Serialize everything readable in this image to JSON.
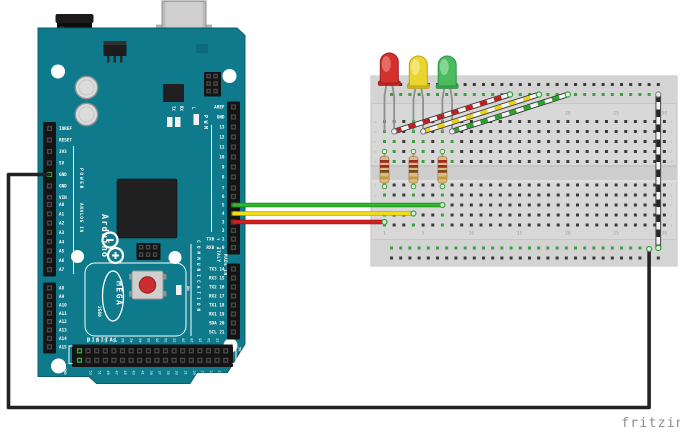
{
  "watermark": "fritzing",
  "colors": {
    "board_teal": "#0e7a8b",
    "board_teal_dark": "#0a5f6e",
    "wire_red": "#d42020",
    "wire_yellow": "#f0dc18",
    "wire_green": "#2db82d",
    "wire_black": "#232323",
    "hole_green": "#3aa13a",
    "led_red": "#d4312e",
    "led_yellow": "#ecd42f",
    "led_green": "#4cbb5e",
    "resistor_body": "#d9bc83"
  },
  "arduino": {
    "brand": "Arduino",
    "model": "MEGA",
    "model_number": "2560",
    "made_in_line1": "MADE IN",
    "made_in_line2": "ITALY",
    "power_label": "POWER",
    "power_pins": [
      "IOREF",
      "RESET",
      "3V3",
      "5V",
      "GND",
      "GND",
      "VIN"
    ],
    "analog_label": "ANALOG IN",
    "analog_pins_a": [
      "A0",
      "A1",
      "A2",
      "A3",
      "A4",
      "A5",
      "A6",
      "A7"
    ],
    "analog_pins_b": [
      "A8",
      "A9",
      "A10",
      "A11",
      "A12",
      "A13",
      "A14",
      "A15"
    ],
    "pwm_label": "PWM",
    "digital_pins_a": [
      "AREF",
      "GND",
      "13",
      "12",
      "11",
      "10",
      "9",
      "8"
    ],
    "digital_pins_b": [
      "7",
      "6",
      "5",
      "4",
      "3",
      "2",
      "TX0 ◄ 1",
      "RX0 ► 0"
    ],
    "comm_label": "COMMUNICATION",
    "comm_pins": [
      "TX3 14",
      "RX3 15",
      "TX2 16",
      "RX2 17",
      "TX1 18",
      "RX1 19",
      "SDA 20",
      "SCL 21"
    ],
    "digital_label": "DIGITAL",
    "digital_row_top": [
      "52",
      "50",
      "48",
      "46",
      "44",
      "42",
      "40",
      "38",
      "36",
      "34",
      "32",
      "30",
      "28",
      "26",
      "24",
      "22"
    ],
    "digital_row_bottom": [
      "53",
      "51",
      "49",
      "47",
      "45",
      "43",
      "41",
      "39",
      "37",
      "35",
      "33",
      "31",
      "29",
      "27",
      "25",
      "23"
    ],
    "tx_label": "TX",
    "rx_label": "RX",
    "led_l_label": "L",
    "on_label": "ON",
    "gnd_label": "GND",
    "v5_label": "5V"
  },
  "breadboard": {
    "column_labels": [
      "1",
      "5",
      "10",
      "15",
      "20",
      "25",
      "30"
    ],
    "column_label_cols": [
      1,
      5,
      10,
      15,
      20,
      25,
      30
    ],
    "row_labels_top": [
      "a",
      "b",
      "c",
      "d",
      "e"
    ],
    "row_labels_bottom": [
      "f",
      "g",
      "h",
      "i",
      "j"
    ]
  },
  "components": {
    "leds": [
      {
        "name": "red-led",
        "color": "#d4312e",
        "columns": [
          1,
          2
        ]
      },
      {
        "name": "yellow-led",
        "color": "#ecd42f",
        "columns": [
          4,
          5
        ]
      },
      {
        "name": "green-led",
        "color": "#4cbb5e",
        "columns": [
          7,
          8
        ]
      }
    ],
    "resistors": [
      {
        "name": "resistor-1",
        "column": 1
      },
      {
        "name": "resistor-2",
        "column": 4
      },
      {
        "name": "resistor-3",
        "column": 7
      }
    ],
    "wires": [
      {
        "name": "green-signal-wire",
        "color": "#2db82d",
        "from": "Arduino pin 5",
        "to": "breadboard column 7"
      },
      {
        "name": "yellow-signal-wire",
        "color": "#f0dc18",
        "from": "Arduino pin 4",
        "to": "breadboard column 4"
      },
      {
        "name": "red-signal-wire",
        "color": "#d42020",
        "from": "Arduino pin 3",
        "to": "breadboard column 1"
      },
      {
        "name": "black-ground-wire",
        "color": "#232323",
        "from": "Arduino GND",
        "to": "breadboard bottom rail"
      },
      {
        "name": "red-striped-wire",
        "color": "#c41b1b",
        "from": "breadboard column 2",
        "to": "top rail"
      },
      {
        "name": "yellow-striped-wire",
        "color": "#e8d214",
        "from": "breadboard column 5",
        "to": "top rail"
      },
      {
        "name": "green-striped-wire",
        "color": "#2aa52a",
        "from": "breadboard column 8",
        "to": "top rail"
      },
      {
        "name": "black-striped-rail-jumper",
        "color": "#262626",
        "from": "top rail",
        "to": "bottom rail"
      }
    ]
  }
}
